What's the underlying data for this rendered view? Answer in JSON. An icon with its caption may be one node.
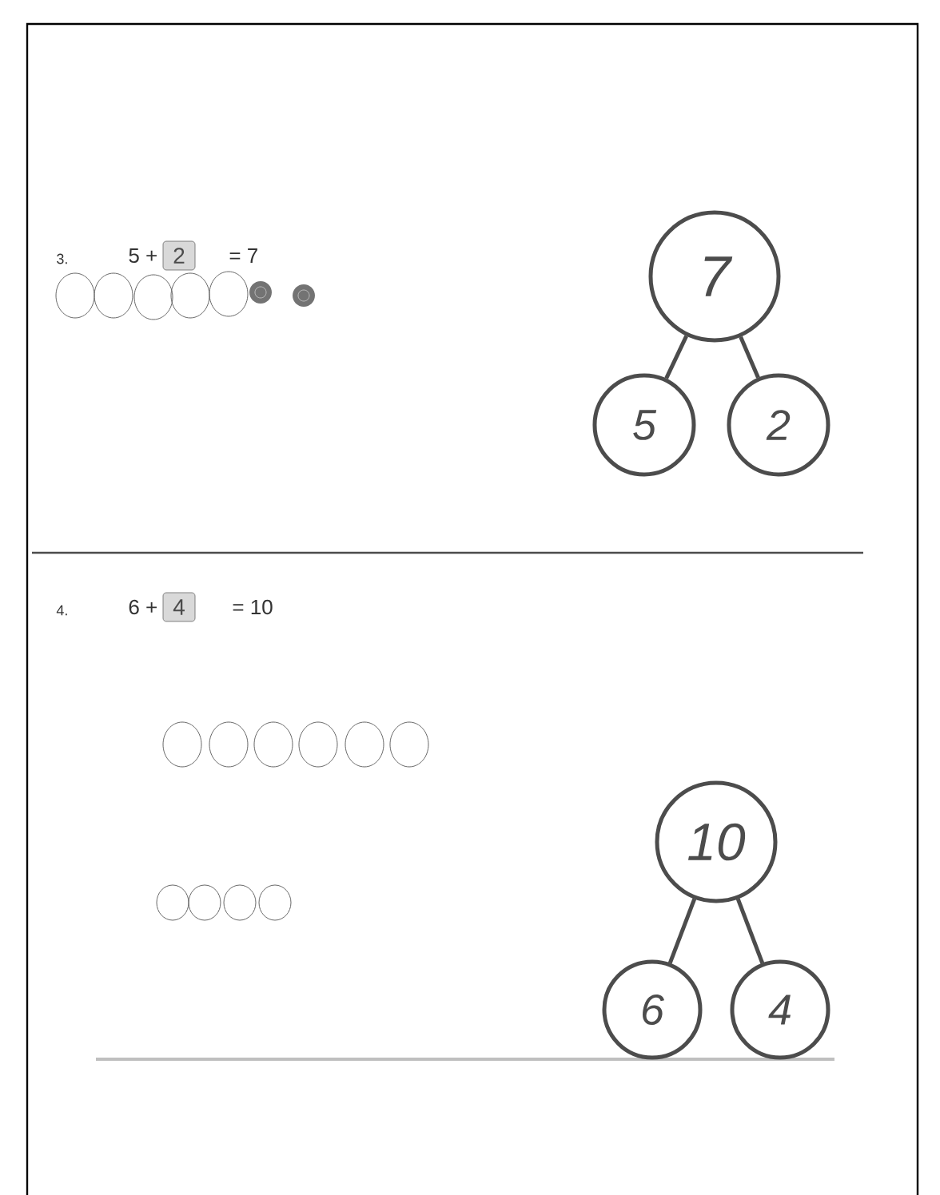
{
  "diagram": {
    "nodes": [
      {
        "text": [
          "2"
        ]
      },
      {
        "text": [
          "7"
        ]
      },
      {
        "text": [
          "5"
        ]
      },
      {
        "text": [
          "2"
        ]
      },
      {
        "text": [
          "4"
        ]
      },
      {
        "text": [
          "10"
        ]
      },
      {
        "text": [
          "6"
        ]
      },
      {
        "text": [
          "4"
        ]
      }
    ],
    "edges": [
      {
        "from": 1,
        "to": 2,
        "arrow": "none"
      },
      {
        "from": 1,
        "to": 3,
        "arrow": "none"
      },
      {
        "from": 5,
        "to": 6,
        "arrow": "none"
      },
      {
        "from": 5,
        "to": 7,
        "arrow": "none"
      }
    ],
    "labels": [
      "3.",
      "5 +",
      "= 7",
      "4.",
      "6 +",
      "= 10"
    ]
  }
}
